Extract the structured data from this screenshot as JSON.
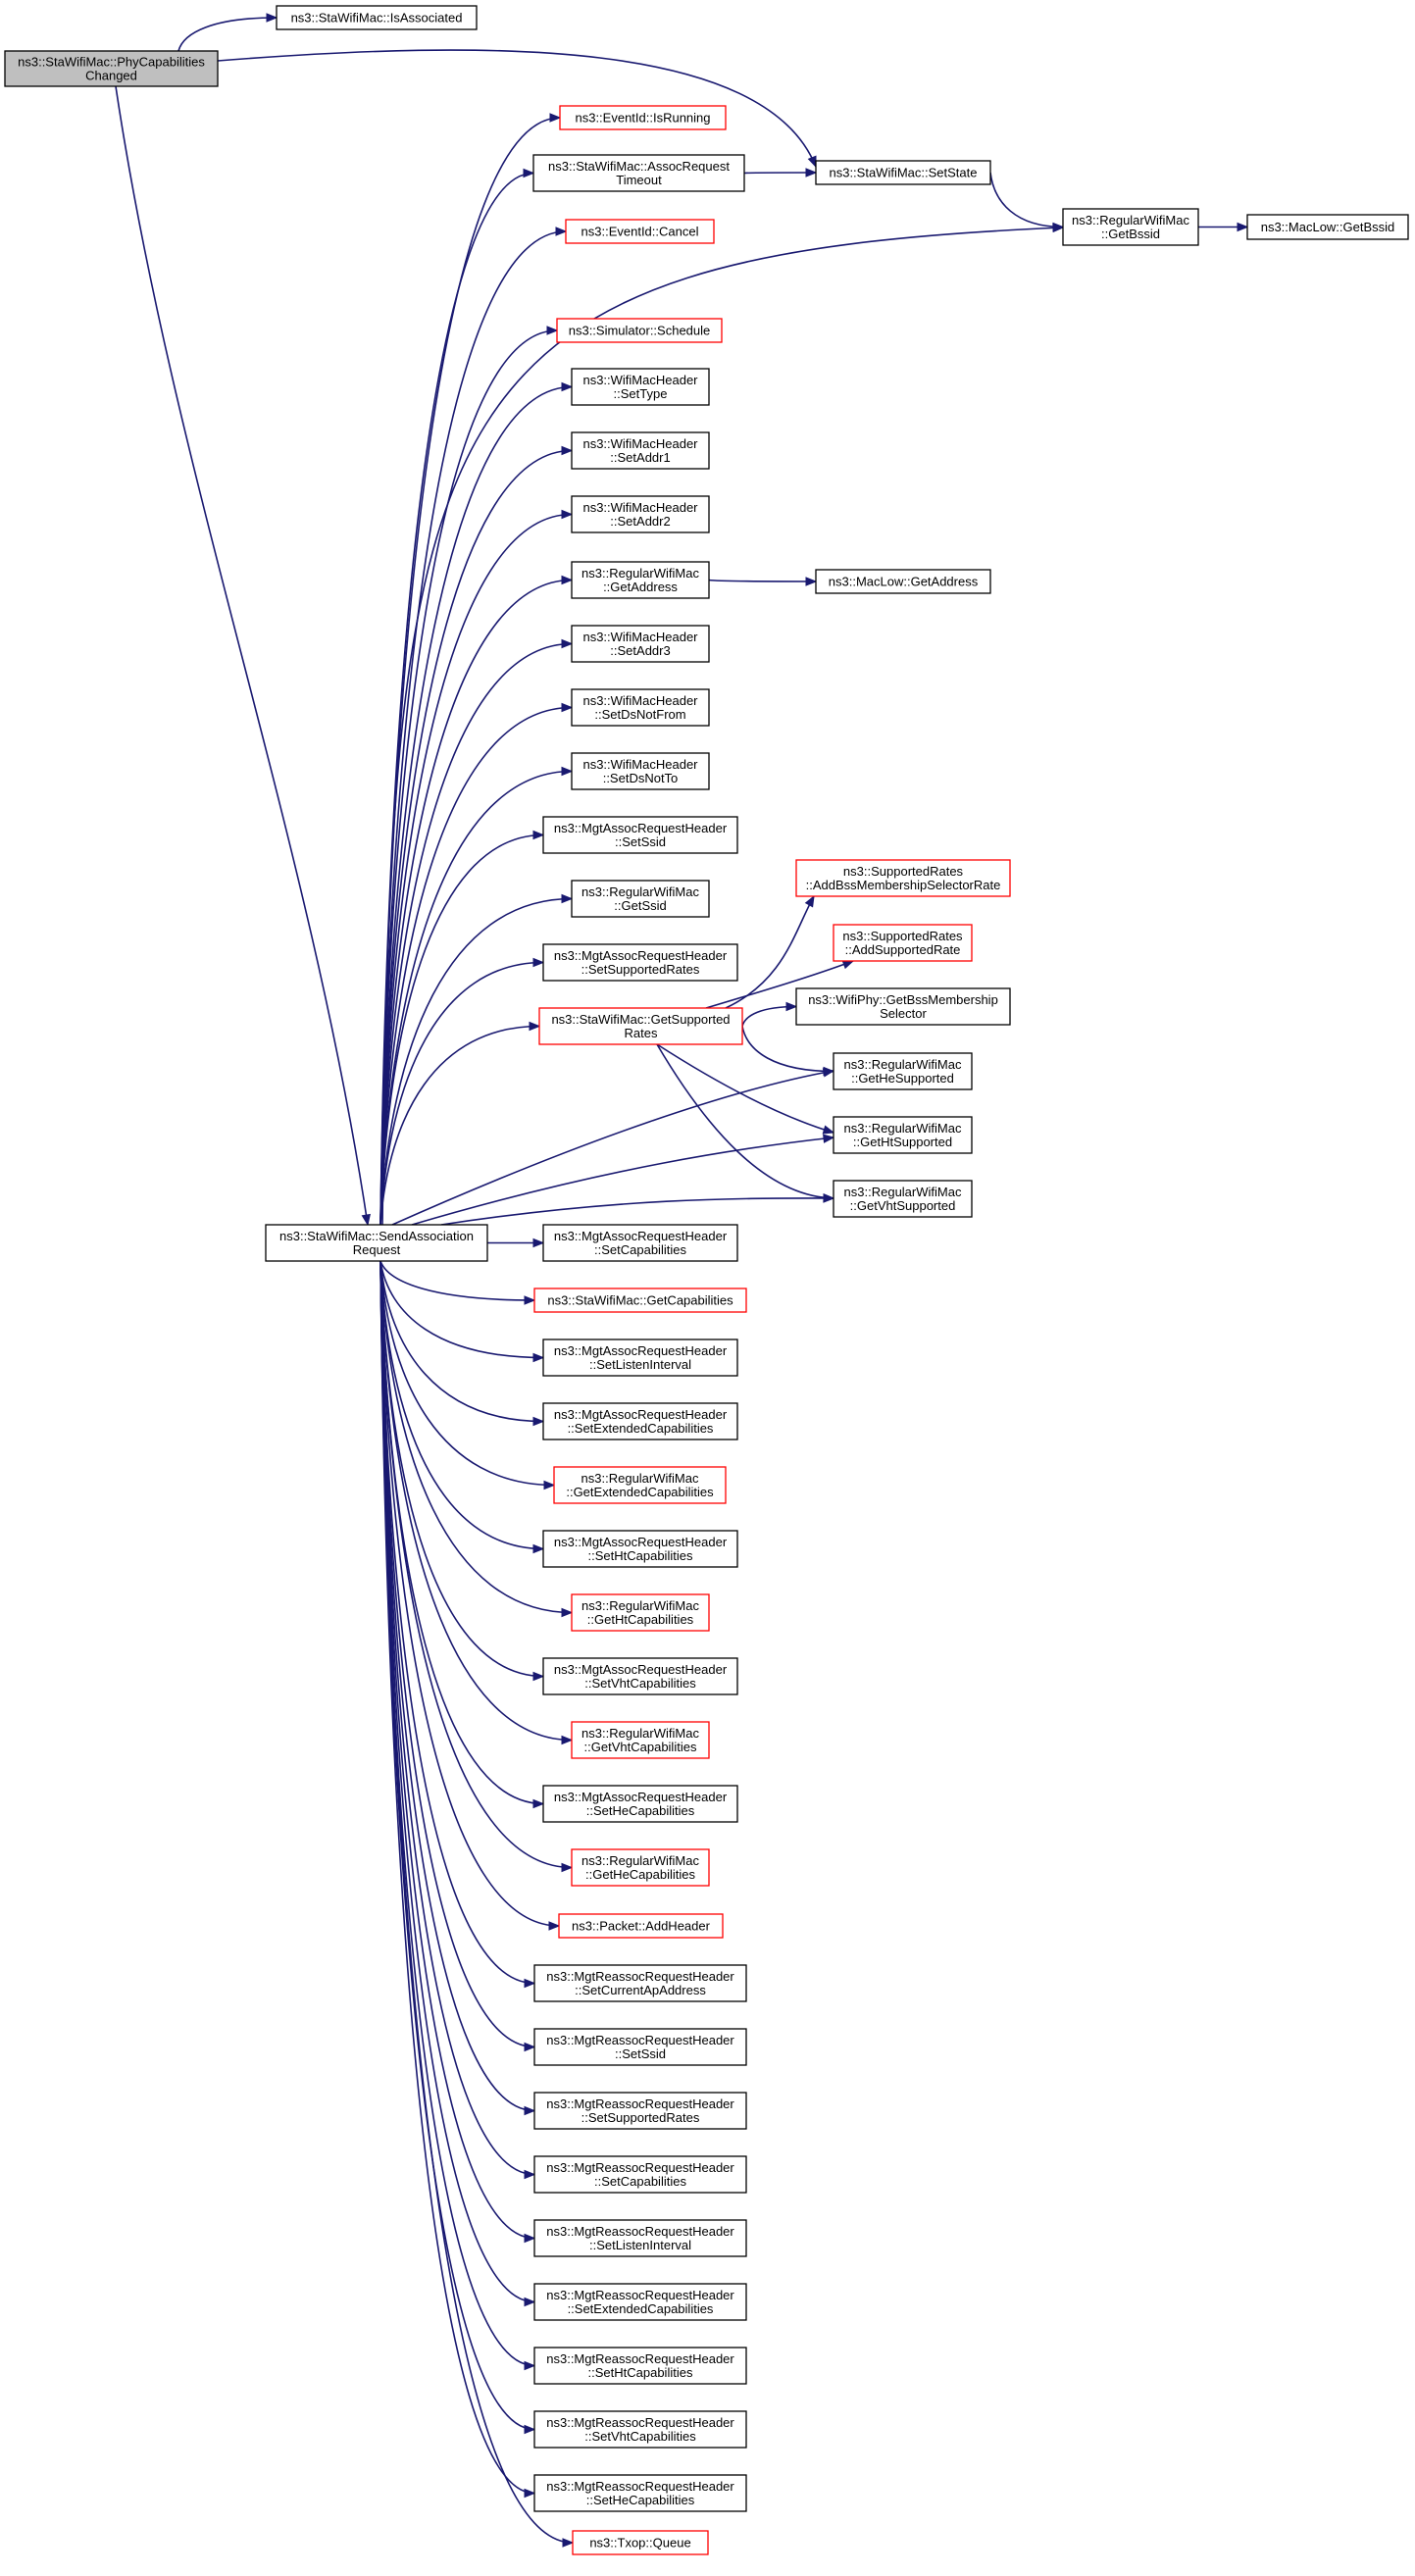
{
  "colors": {
    "edge": "#191970",
    "box_border": "#000000",
    "partial_border": "#ff0000",
    "root_fill": "#bfbfbf",
    "box_fill": "#ffffff"
  },
  "nodes": [
    {
      "id": "root",
      "lines": [
        "ns3::StaWifiMac::PhyCapabilities",
        "Changed"
      ],
      "kind": "root"
    },
    {
      "id": "isassociated",
      "lines": [
        "ns3::StaWifiMac::IsAssociated"
      ],
      "kind": "normal"
    },
    {
      "id": "setstate",
      "lines": [
        "ns3::StaWifiMac::SetState"
      ],
      "kind": "normal"
    },
    {
      "id": "getbssid",
      "lines": [
        "ns3::RegularWifiMac",
        "::GetBssid"
      ],
      "kind": "normal"
    },
    {
      "id": "maclow_getbssid",
      "lines": [
        "ns3::MacLow::GetBssid"
      ],
      "kind": "normal"
    },
    {
      "id": "isrunning",
      "lines": [
        "ns3::EventId::IsRunning"
      ],
      "kind": "partial"
    },
    {
      "id": "assocreqtimeout",
      "lines": [
        "ns3::StaWifiMac::AssocRequest",
        "Timeout"
      ],
      "kind": "normal"
    },
    {
      "id": "cancel",
      "lines": [
        "ns3::EventId::Cancel"
      ],
      "kind": "partial"
    },
    {
      "id": "schedule",
      "lines": [
        "ns3::Simulator::Schedule"
      ],
      "kind": "partial"
    },
    {
      "id": "settype",
      "lines": [
        "ns3::WifiMacHeader",
        "::SetType"
      ],
      "kind": "normal"
    },
    {
      "id": "setaddr1",
      "lines": [
        "ns3::WifiMacHeader",
        "::SetAddr1"
      ],
      "kind": "normal"
    },
    {
      "id": "setaddr2",
      "lines": [
        "ns3::WifiMacHeader",
        "::SetAddr2"
      ],
      "kind": "normal"
    },
    {
      "id": "rwm_getaddress",
      "lines": [
        "ns3::RegularWifiMac",
        "::GetAddress"
      ],
      "kind": "normal"
    },
    {
      "id": "maclow_getaddress",
      "lines": [
        "ns3::MacLow::GetAddress"
      ],
      "kind": "normal"
    },
    {
      "id": "setaddr3",
      "lines": [
        "ns3::WifiMacHeader",
        "::SetAddr3"
      ],
      "kind": "normal"
    },
    {
      "id": "setdsnotfrom",
      "lines": [
        "ns3::WifiMacHeader",
        "::SetDsNotFrom"
      ],
      "kind": "normal"
    },
    {
      "id": "setdsnotto",
      "lines": [
        "ns3::WifiMacHeader",
        "::SetDsNotTo"
      ],
      "kind": "normal"
    },
    {
      "id": "mar_setssid",
      "lines": [
        "ns3::MgtAssocRequestHeader",
        "::SetSsid"
      ],
      "kind": "normal"
    },
    {
      "id": "rwm_getssid",
      "lines": [
        "ns3::RegularWifiMac",
        "::GetSsid"
      ],
      "kind": "normal"
    },
    {
      "id": "mar_setsupportedrates",
      "lines": [
        "ns3::MgtAssocRequestHeader",
        "::SetSupportedRates"
      ],
      "kind": "normal"
    },
    {
      "id": "getsupportedrates",
      "lines": [
        "ns3::StaWifiMac::GetSupported",
        "Rates"
      ],
      "kind": "partial"
    },
    {
      "id": "addbssrate",
      "lines": [
        "ns3::SupportedRates",
        "::AddBssMembershipSelectorRate"
      ],
      "kind": "partial"
    },
    {
      "id": "addsupportedrate",
      "lines": [
        "ns3::SupportedRates",
        "::AddSupportedRate"
      ],
      "kind": "partial"
    },
    {
      "id": "getbssmembership",
      "lines": [
        "ns3::WifiPhy::GetBssMembership",
        "Selector"
      ],
      "kind": "normal"
    },
    {
      "id": "getheSupported",
      "lines": [
        "ns3::RegularWifiMac",
        "::GetHeSupported"
      ],
      "kind": "normal"
    },
    {
      "id": "gethtsupported",
      "lines": [
        "ns3::RegularWifiMac",
        "::GetHtSupported"
      ],
      "kind": "normal"
    },
    {
      "id": "getvhtsupported",
      "lines": [
        "ns3::RegularWifiMac",
        "::GetVhtSupported"
      ],
      "kind": "normal"
    },
    {
      "id": "sendassoc",
      "lines": [
        "ns3::StaWifiMac::SendAssociation",
        "Request"
      ],
      "kind": "normal"
    },
    {
      "id": "mar_setcapabilities",
      "lines": [
        "ns3::MgtAssocRequestHeader",
        "::SetCapabilities"
      ],
      "kind": "normal"
    },
    {
      "id": "getcapabilities",
      "lines": [
        "ns3::StaWifiMac::GetCapabilities"
      ],
      "kind": "partial"
    },
    {
      "id": "mar_setlisteninterval",
      "lines": [
        "ns3::MgtAssocRequestHeader",
        "::SetListenInterval"
      ],
      "kind": "normal"
    },
    {
      "id": "mar_setextcap",
      "lines": [
        "ns3::MgtAssocRequestHeader",
        "::SetExtendedCapabilities"
      ],
      "kind": "normal"
    },
    {
      "id": "rwm_getextcap",
      "lines": [
        "ns3::RegularWifiMac",
        "::GetExtendedCapabilities"
      ],
      "kind": "partial"
    },
    {
      "id": "mar_sethtcap",
      "lines": [
        "ns3::MgtAssocRequestHeader",
        "::SetHtCapabilities"
      ],
      "kind": "normal"
    },
    {
      "id": "rwm_gethtcap",
      "lines": [
        "ns3::RegularWifiMac",
        "::GetHtCapabilities"
      ],
      "kind": "partial"
    },
    {
      "id": "mar_setvhtcap",
      "lines": [
        "ns3::MgtAssocRequestHeader",
        "::SetVhtCapabilities"
      ],
      "kind": "normal"
    },
    {
      "id": "rwm_getvhtcap",
      "lines": [
        "ns3::RegularWifiMac",
        "::GetVhtCapabilities"
      ],
      "kind": "partial"
    },
    {
      "id": "mar_sethecap",
      "lines": [
        "ns3::MgtAssocRequestHeader",
        "::SetHeCapabilities"
      ],
      "kind": "normal"
    },
    {
      "id": "rwm_gethecap",
      "lines": [
        "ns3::RegularWifiMac",
        "::GetHeCapabilities"
      ],
      "kind": "partial"
    },
    {
      "id": "addheader",
      "lines": [
        "ns3::Packet::AddHeader"
      ],
      "kind": "partial"
    },
    {
      "id": "mrr_setcurrentap",
      "lines": [
        "ns3::MgtReassocRequestHeader",
        "::SetCurrentApAddress"
      ],
      "kind": "normal"
    },
    {
      "id": "mrr_setssid",
      "lines": [
        "ns3::MgtReassocRequestHeader",
        "::SetSsid"
      ],
      "kind": "normal"
    },
    {
      "id": "mrr_setsupportedrates",
      "lines": [
        "ns3::MgtReassocRequestHeader",
        "::SetSupportedRates"
      ],
      "kind": "normal"
    },
    {
      "id": "mrr_setcapabilities",
      "lines": [
        "ns3::MgtReassocRequestHeader",
        "::SetCapabilities"
      ],
      "kind": "normal"
    },
    {
      "id": "mrr_setlisteninterval",
      "lines": [
        "ns3::MgtReassocRequestHeader",
        "::SetListenInterval"
      ],
      "kind": "normal"
    },
    {
      "id": "mrr_setextcap",
      "lines": [
        "ns3::MgtReassocRequestHeader",
        "::SetExtendedCapabilities"
      ],
      "kind": "normal"
    },
    {
      "id": "mrr_sethtcap",
      "lines": [
        "ns3::MgtReassocRequestHeader",
        "::SetHtCapabilities"
      ],
      "kind": "normal"
    },
    {
      "id": "mrr_setvhtcap",
      "lines": [
        "ns3::MgtReassocRequestHeader",
        "::SetVhtCapabilities"
      ],
      "kind": "normal"
    },
    {
      "id": "mrr_sethecap",
      "lines": [
        "ns3::MgtReassocRequestHeader",
        "::SetHeCapabilities"
      ],
      "kind": "normal"
    },
    {
      "id": "queue",
      "lines": [
        "ns3::Txop::Queue"
      ],
      "kind": "partial"
    }
  ],
  "edges": [
    {
      "from": "root",
      "to": "isassociated"
    },
    {
      "from": "root",
      "to": "setstate"
    },
    {
      "from": "root",
      "to": "sendassoc"
    },
    {
      "from": "setstate",
      "to": "getbssid"
    },
    {
      "from": "getbssid",
      "to": "maclow_getbssid"
    },
    {
      "from": "assocreqtimeout",
      "to": "setstate"
    },
    {
      "from": "rwm_getaddress",
      "to": "maclow_getaddress"
    },
    {
      "from": "getsupportedrates",
      "to": "addbssrate"
    },
    {
      "from": "getsupportedrates",
      "to": "addsupportedrate"
    },
    {
      "from": "getsupportedrates",
      "to": "getbssmembership"
    },
    {
      "from": "getsupportedrates",
      "to": "getheSupported"
    },
    {
      "from": "getsupportedrates",
      "to": "gethtsupported"
    },
    {
      "from": "getsupportedrates",
      "to": "getvhtsupported"
    },
    {
      "from": "sendassoc",
      "to": "isrunning"
    },
    {
      "from": "sendassoc",
      "to": "assocreqtimeout"
    },
    {
      "from": "sendassoc",
      "to": "cancel"
    },
    {
      "from": "sendassoc",
      "to": "getbssid"
    },
    {
      "from": "sendassoc",
      "to": "schedule"
    },
    {
      "from": "sendassoc",
      "to": "settype"
    },
    {
      "from": "sendassoc",
      "to": "setaddr1"
    },
    {
      "from": "sendassoc",
      "to": "setaddr2"
    },
    {
      "from": "sendassoc",
      "to": "rwm_getaddress"
    },
    {
      "from": "sendassoc",
      "to": "setaddr3"
    },
    {
      "from": "sendassoc",
      "to": "setdsnotfrom"
    },
    {
      "from": "sendassoc",
      "to": "setdsnotto"
    },
    {
      "from": "sendassoc",
      "to": "mar_setssid"
    },
    {
      "from": "sendassoc",
      "to": "rwm_getssid"
    },
    {
      "from": "sendassoc",
      "to": "mar_setsupportedrates"
    },
    {
      "from": "sendassoc",
      "to": "getsupportedrates"
    },
    {
      "from": "sendassoc",
      "to": "getheSupported"
    },
    {
      "from": "sendassoc",
      "to": "gethtsupported"
    },
    {
      "from": "sendassoc",
      "to": "getvhtsupported"
    },
    {
      "from": "sendassoc",
      "to": "mar_setcapabilities"
    },
    {
      "from": "sendassoc",
      "to": "getcapabilities"
    },
    {
      "from": "sendassoc",
      "to": "mar_setlisteninterval"
    },
    {
      "from": "sendassoc",
      "to": "mar_setextcap"
    },
    {
      "from": "sendassoc",
      "to": "rwm_getextcap"
    },
    {
      "from": "sendassoc",
      "to": "mar_sethtcap"
    },
    {
      "from": "sendassoc",
      "to": "rwm_gethtcap"
    },
    {
      "from": "sendassoc",
      "to": "mar_setvhtcap"
    },
    {
      "from": "sendassoc",
      "to": "rwm_getvhtcap"
    },
    {
      "from": "sendassoc",
      "to": "mar_sethecap"
    },
    {
      "from": "sendassoc",
      "to": "rwm_gethecap"
    },
    {
      "from": "sendassoc",
      "to": "addheader"
    },
    {
      "from": "sendassoc",
      "to": "mrr_setcurrentap"
    },
    {
      "from": "sendassoc",
      "to": "mrr_setssid"
    },
    {
      "from": "sendassoc",
      "to": "mrr_setsupportedrates"
    },
    {
      "from": "sendassoc",
      "to": "mrr_setcapabilities"
    },
    {
      "from": "sendassoc",
      "to": "mrr_setlisteninterval"
    },
    {
      "from": "sendassoc",
      "to": "mrr_setextcap"
    },
    {
      "from": "sendassoc",
      "to": "mrr_sethtcap"
    },
    {
      "from": "sendassoc",
      "to": "mrr_setvhtcap"
    },
    {
      "from": "sendassoc",
      "to": "mrr_sethecap"
    },
    {
      "from": "sendassoc",
      "to": "queue"
    }
  ]
}
